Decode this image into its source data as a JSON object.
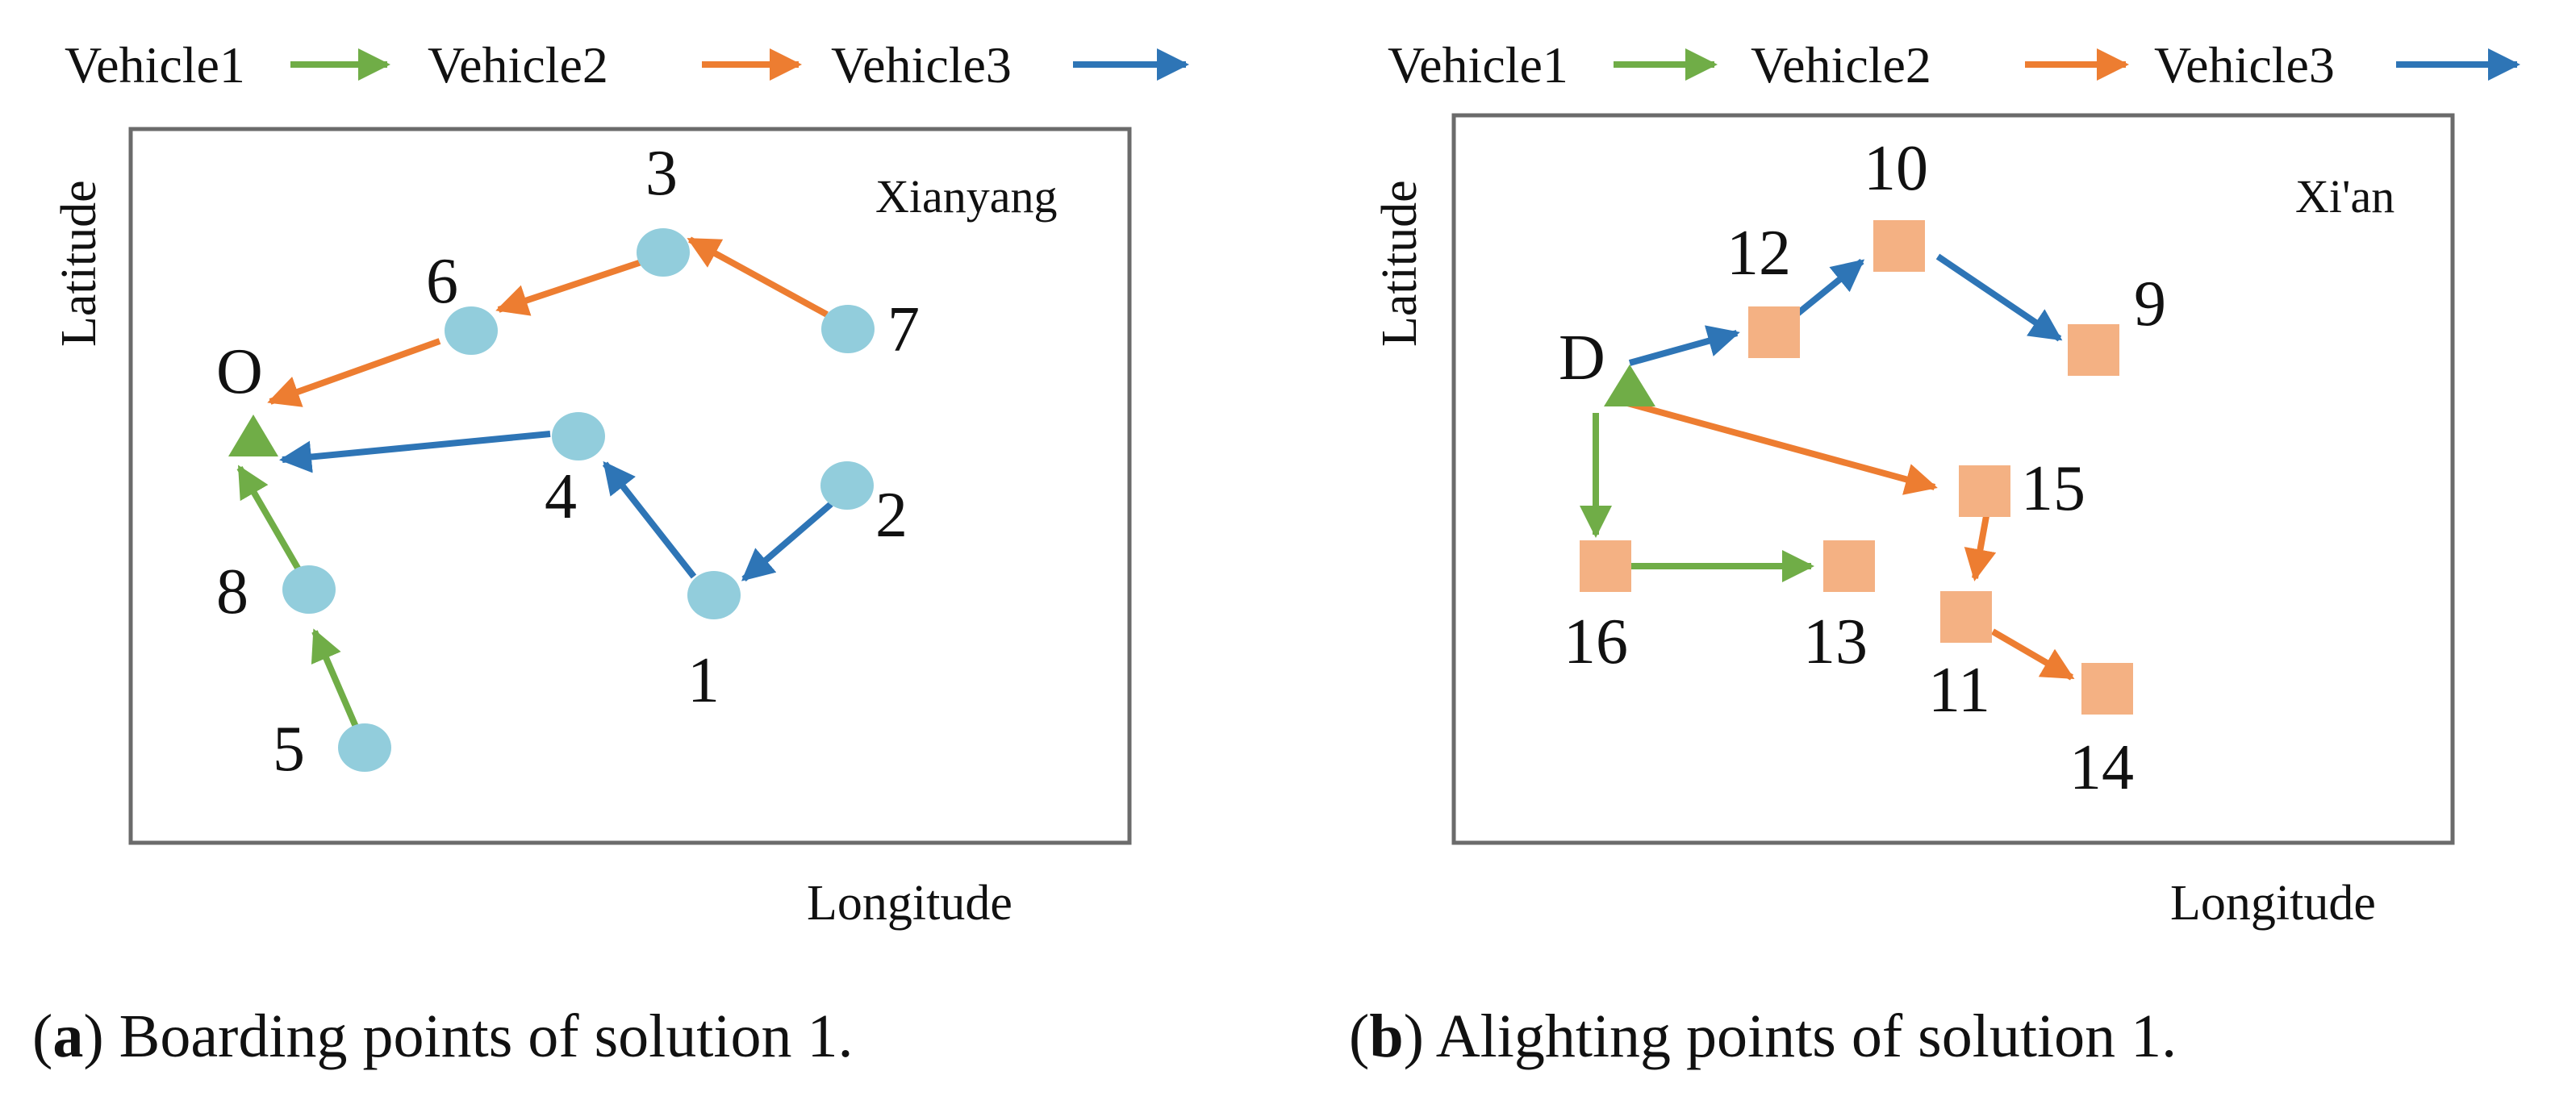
{
  "legend": {
    "vehicles": [
      {
        "label": "Vehicle1",
        "color": "#70ad47"
      },
      {
        "label": "Vehicle2",
        "color": "#ed7d31"
      },
      {
        "label": "Vehicle3",
        "color": "#2e75b6"
      }
    ]
  },
  "marker_colors": {
    "boarding_point": "#92cddc",
    "alighting_point": "#f4b183",
    "depot": "#70ad47",
    "frame": "#6b6b6b"
  },
  "panel_a": {
    "city": "Xianyang",
    "xlabel": "Longitude",
    "ylabel": "Latitude",
    "caption_letter": "a",
    "caption_text": " Boarding points of solution 1.",
    "nodes": [
      {
        "label": "O",
        "type": "depot"
      },
      {
        "label": "1",
        "type": "point"
      },
      {
        "label": "2",
        "type": "point"
      },
      {
        "label": "3",
        "type": "point"
      },
      {
        "label": "4",
        "type": "point"
      },
      {
        "label": "5",
        "type": "point"
      },
      {
        "label": "6",
        "type": "point"
      },
      {
        "label": "7",
        "type": "point"
      },
      {
        "label": "8",
        "type": "point"
      }
    ],
    "routes": [
      {
        "vehicle": "Vehicle1",
        "path": [
          "5",
          "8",
          "O"
        ]
      },
      {
        "vehicle": "Vehicle2",
        "path": [
          "7",
          "3",
          "6",
          "O"
        ]
      },
      {
        "vehicle": "Vehicle3",
        "path": [
          "2",
          "1",
          "4",
          "O"
        ]
      }
    ]
  },
  "panel_b": {
    "city": "Xi'an",
    "xlabel": "Longitude",
    "ylabel": "Latitude",
    "caption_letter": "b",
    "caption_text": " Alighting points of solution 1.",
    "nodes": [
      {
        "label": "D",
        "type": "depot"
      },
      {
        "label": "9",
        "type": "point"
      },
      {
        "label": "10",
        "type": "point"
      },
      {
        "label": "11",
        "type": "point"
      },
      {
        "label": "12",
        "type": "point"
      },
      {
        "label": "13",
        "type": "point"
      },
      {
        "label": "14",
        "type": "point"
      },
      {
        "label": "15",
        "type": "point"
      },
      {
        "label": "16",
        "type": "point"
      }
    ],
    "routes": [
      {
        "vehicle": "Vehicle1",
        "path": [
          "D",
          "16",
          "13"
        ]
      },
      {
        "vehicle": "Vehicle2",
        "path": [
          "D",
          "15",
          "11",
          "14"
        ]
      },
      {
        "vehicle": "Vehicle3",
        "path": [
          "D",
          "12",
          "10",
          "9"
        ]
      }
    ]
  }
}
